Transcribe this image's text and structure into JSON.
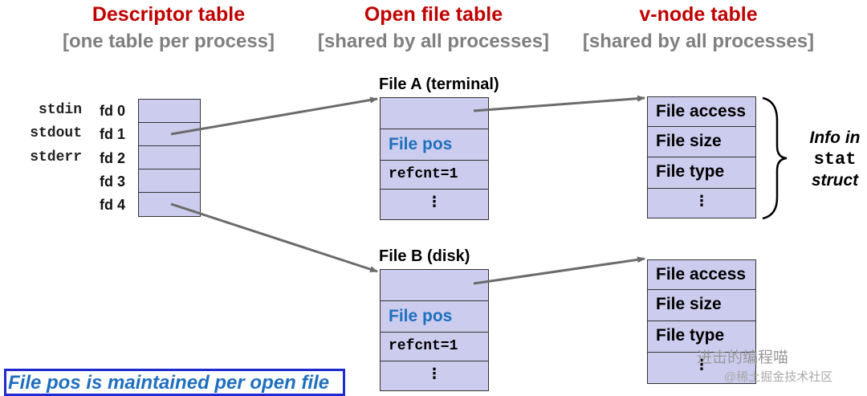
{
  "headers": {
    "descriptor": {
      "title": "Descriptor table",
      "subtitle": "[one table per process]"
    },
    "open_file": {
      "title": "Open file table",
      "subtitle": "[shared by all processes]"
    },
    "vnode": {
      "title": "v-node table",
      "subtitle": "[shared by all processes]"
    }
  },
  "descriptor_table": {
    "std_labels": [
      "stdin",
      "stdout",
      "stderr"
    ],
    "fd_labels": [
      "fd 0",
      "fd 1",
      "fd 2",
      "fd 3",
      "fd 4"
    ]
  },
  "open_files": [
    {
      "title": "File A (terminal)",
      "pos_label": "File pos",
      "refcnt": "refcnt=1",
      "more": "⋮"
    },
    {
      "title": "File B (disk)",
      "pos_label": "File pos",
      "refcnt": "refcnt=1",
      "more": "⋮"
    }
  ],
  "vnodes": [
    {
      "fields": [
        "File access",
        "File size",
        "File type"
      ],
      "more": "⋮"
    },
    {
      "fields": [
        "File access",
        "File size",
        "File type"
      ],
      "more": "⋮"
    }
  ],
  "info_note": {
    "line1": "Info in",
    "line2": "stat",
    "line3": "struct"
  },
  "footer_note": "File pos is maintained per open file",
  "watermark": {
    "line1": "进击的编程喵",
    "line2": "@稀土掘金技术社区"
  },
  "colors": {
    "title_red": "#c00000",
    "subtitle_gray": "#7f7f7f",
    "cell_fill": "#ccccee",
    "file_pos_blue": "#1f6fbf",
    "note_border": "#1f2ad0"
  }
}
